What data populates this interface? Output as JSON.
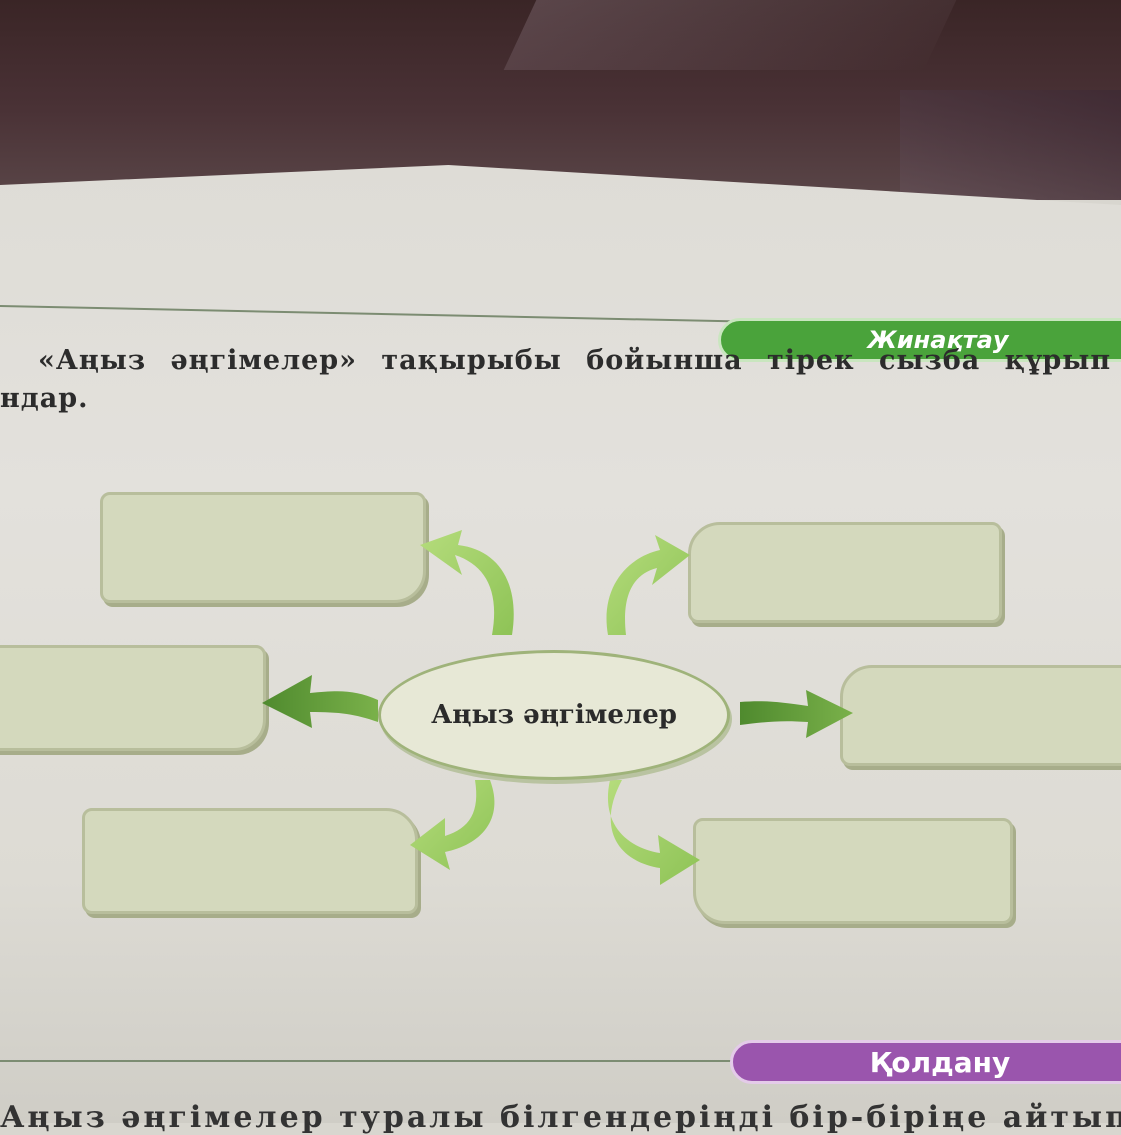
{
  "sections": {
    "synthesis_label": "Жинақтау",
    "application_label": "Қолдану"
  },
  "task": {
    "line1": "«Аңыз әңгімелер» тақырыбы бойынша тірек сызба құрып",
    "line2": "ндар."
  },
  "diagram": {
    "center": "Аңыз әңгімелер",
    "boxes": [
      "",
      "",
      "",
      "",
      "",
      ""
    ]
  },
  "bottom_text": "Аңыз әңгімелер туралы білгендеріңді бір-біріңе айтып б",
  "colors": {
    "arrow_light": "#9ccf5f",
    "arrow_dark": "#5f9a3a",
    "box_fill": "#d4d9bd",
    "banner_green": "#4aa33b",
    "banner_purple": "#9a55ad"
  }
}
